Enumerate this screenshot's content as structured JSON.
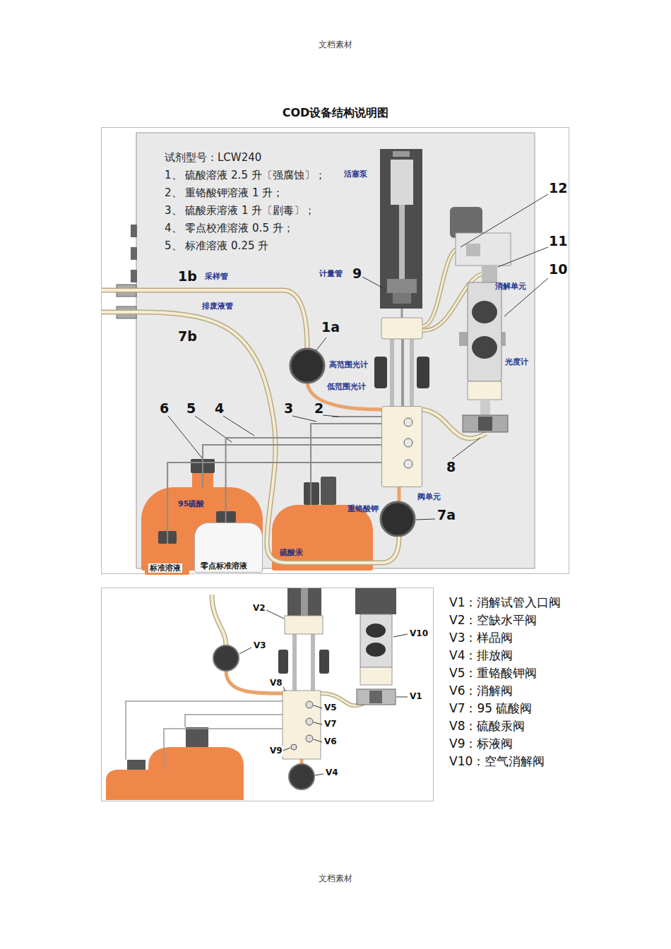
{
  "diagram": {
    "title": "COD设备结构说明图",
    "nodes": [
      {
        "text": [
          "阀单元"
        ]
      },
      {
        "text": [
          "95硫酸"
        ]
      },
      {
        "text": [
          "硫酸汞"
        ]
      },
      {
        "text": [
          "零点标准溶液"
        ]
      },
      {
        "text": [
          "标准溶液"
        ]
      }
    ],
    "edges": [
      {
        "from": 4,
        "to": 0,
        "arrow": "none"
      },
      {
        "from": 1,
        "to": 0,
        "arrow": "none"
      },
      {
        "from": 3,
        "to": 0,
        "arrow": "none"
      },
      {
        "from": 2,
        "to": 0,
        "arrow": "none"
      }
    ],
    "labels": [
      "文档素材",
      "试剂型号：LCW240",
      "1、 硫酸溶液 2.5 升〔强腐蚀〕；",
      "2、 重铬酸钾溶液 1 升；",
      "3、 硫酸汞溶液 1 升〔剧毒〕；",
      "4、 零点校准溶液 0.5 升；",
      "5、 标准溶液 0.25 升",
      "活塞泵",
      "12",
      "11",
      "10",
      "消解单元",
      "1b",
      "采样管",
      "计量管",
      "9",
      "排废液管",
      "7b",
      "1a",
      "高范围光计",
      "低范围光计",
      "光度计",
      "6",
      "5",
      "4",
      "3",
      "2",
      "8",
      "重铬酸钾",
      "7a",
      "V2",
      "V10",
      "V3",
      "V8",
      "V5",
      "V1",
      "V7",
      "V9",
      "V6",
      "V4",
      "V1：消解试管入口阀",
      "V2：空缺水平阀",
      "V3：样品阀",
      "V4：排放阀",
      "V5：重铬酸钾阀",
      "V6：消解阀",
      "V7：95 硫酸阀",
      "V8：硫酸汞阀",
      "V9：标液阀",
      "V10：空气消解阀",
      "文档素材"
    ]
  }
}
